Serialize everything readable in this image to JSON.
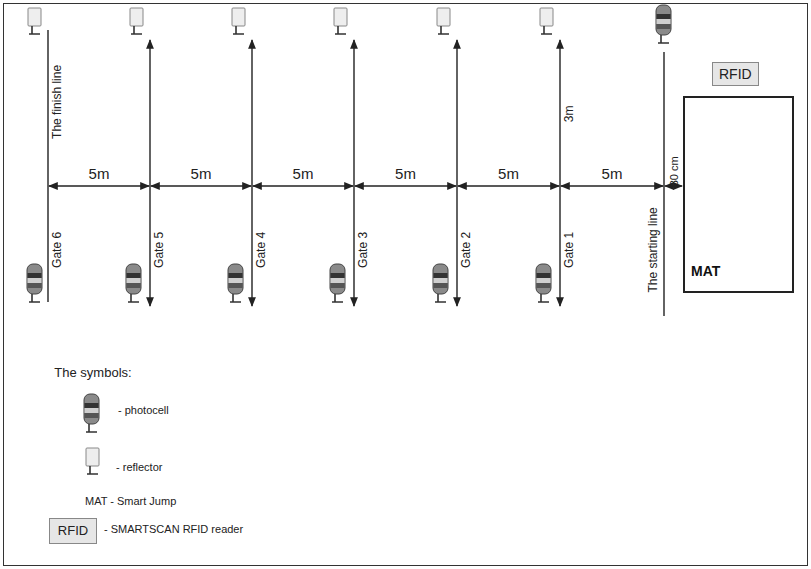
{
  "diagram": {
    "nodes": [
      {
        "text": [
          "RFID"
        ]
      },
      {
        "text": [
          "MAT"
        ]
      }
    ],
    "labels": [
      "The finish line",
      "Gate 6",
      "Gate 5",
      "Gate 4",
      "Gate 3",
      "Gate 2",
      "Gate 1",
      "The starting line",
      "5m",
      "5m",
      "5m",
      "5m",
      "5m",
      "5m",
      "3m",
      "30 cm",
      "The symbols:",
      "RFID"
    ],
    "legend": [
      {
        "text": "- photocell"
      },
      {
        "text": "- reflector"
      },
      {
        "text": "MAT - Smart Jump"
      },
      {
        "text": "- SMARTSCAN RFID reader"
      }
    ]
  }
}
